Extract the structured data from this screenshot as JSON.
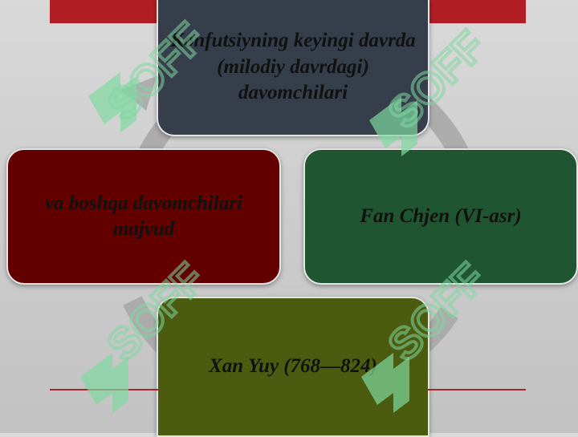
{
  "diagram": {
    "nodes": [
      {
        "id": "top",
        "label": "Konfutsiyning keyingi davrda (milodiy davrdagi) davomchilari",
        "color": "#353e4a"
      },
      {
        "id": "right",
        "label": "Fan Chjen (VI-asr)",
        "color": "#1f5631"
      },
      {
        "id": "bottom",
        "label": "Xan Yuy (768—824)",
        "color": "#4b5b10"
      },
      {
        "id": "left",
        "label": "va boshqa davomchilari majvud",
        "color": "#620000"
      }
    ],
    "accent_color": "#b01e24",
    "cycle_arrow_color": "#a6a6a6"
  },
  "watermark": {
    "text": "SOFF",
    "color": "#7fd8a0"
  }
}
